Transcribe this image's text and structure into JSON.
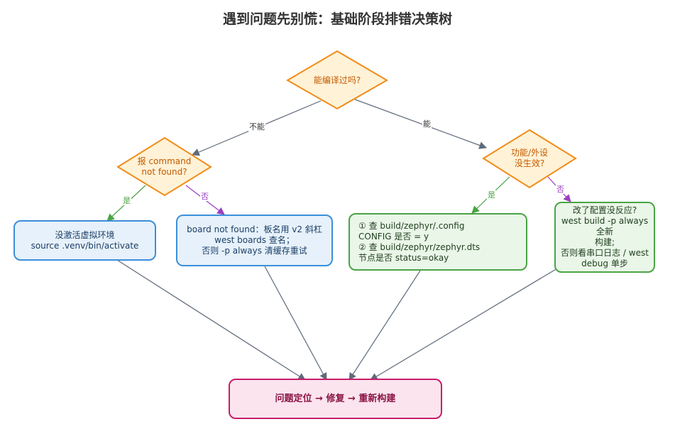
{
  "title": "遇到问题先别慌：基础阶段排错决策树",
  "decisions": {
    "root": [
      "能编译过吗?"
    ],
    "cmd_not_found": [
      "报 command",
      "not found?"
    ],
    "feature_effective": [
      "功能/外设",
      "没生效?"
    ]
  },
  "actions": {
    "venv": [
      "没激活虚拟环境",
      "source .venv/bin/activate"
    ],
    "board": [
      "board not found：板名用 v2 斜杠",
      "west boards 查名；",
      "否则 -p always 清缓存重试"
    ],
    "check_config": [
      "① 查 build/zephyr/.config",
      "CONFIG 是否 = y",
      "② 查 build/zephyr/zephyr.dts",
      "节点是否 status=okay"
    ],
    "no_response": [
      "改了配置没反应?",
      "west build -p always 全新",
      "构建;",
      "否则看串口日志 / west",
      "debug 单步"
    ]
  },
  "result": "问题定位 → 修复 → 重新构建",
  "edge_labels": {
    "cannot": "不能",
    "can": "能",
    "yes_left": "是",
    "no_left": "否",
    "yes_right": "是",
    "no_right": "否"
  },
  "colors": {
    "decision_fill": "#fff2d6",
    "decision_stroke": "#f08c1a",
    "decision_text": "#c45a00",
    "neutral_arrow": "#5e6a7a",
    "yes_arrow": "#4aa445",
    "no_arrow": "#9b3fc0"
  }
}
